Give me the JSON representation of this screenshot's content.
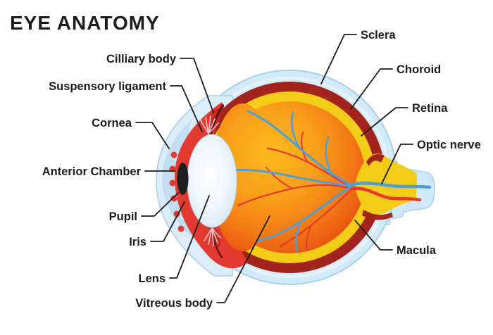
{
  "title": "EYE ANATOMY",
  "parts": {
    "ciliary_body": "Cilliary body",
    "suspensory_ligament": "Suspensory ligament",
    "cornea": "Cornea",
    "anterior_chamber": "Anterior Chamber",
    "pupil": "Pupil",
    "iris": "Iris",
    "lens": "Lens",
    "vitreous_body": "Vitreous body",
    "sclera": "Sclera",
    "choroid": "Choroid",
    "retina": "Retina",
    "optic_nerve": "Optic nerve",
    "macula": "Macula"
  },
  "colors": {
    "text": "#1c1c1c",
    "sclera_blue": "#d3eaf8",
    "sclera_outline": "#a8d0ea",
    "cornea_blue": "#dcedfa",
    "anterior_chamber_blue": "#c3def1",
    "choroid_dark_red": "#a3241c",
    "retina_yellow": "#f2cc16",
    "iris_red": "#e23a30",
    "ciliary_dark_red": "#c22d22",
    "vitreous_center_orange": "#fcba1e",
    "vitreous_edge_orange": "#e44a10",
    "lens_white_blue": "#dcebf7",
    "pupil_black": "#1e1e1e",
    "vein_blue": "#4f9fd6",
    "artery_red": "#e8392b",
    "maroon_detail": "#6f1410"
  }
}
